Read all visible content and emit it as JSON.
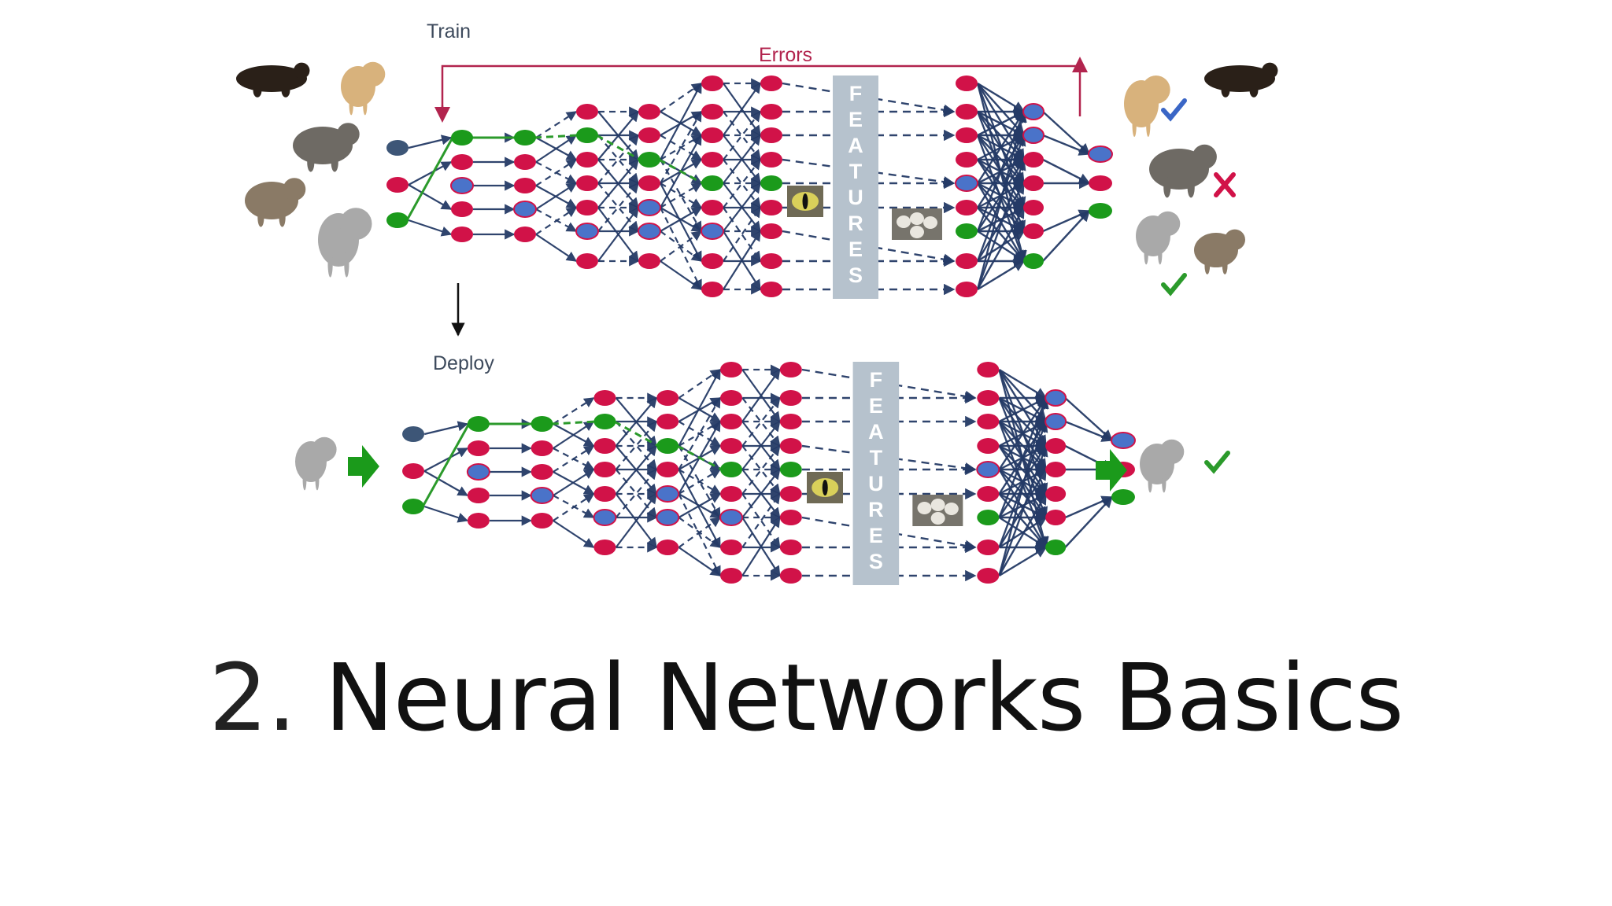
{
  "labels": {
    "train": "Train",
    "deploy": "Deploy",
    "errors": "Errors",
    "features": "FEATURES",
    "title_number": "2.",
    "title_text": "Neural Networks Basics"
  },
  "icons": {
    "correct": "check-mark-icon",
    "wrong": "cross-mark-icon",
    "next": "green-arrow-icon"
  },
  "colors": {
    "node_red": "#d11248",
    "node_green": "#1b9a1b",
    "node_blue": "#4a73c9",
    "node_navy": "#3d5677",
    "edge": "#243a66",
    "edge_green": "#2b9a2b",
    "errors": "#b2244e",
    "features_band": "#b6c2cd",
    "check_blue": "#3a66c6",
    "check_green": "#2b9a2b",
    "cross_red": "#d11248"
  }
}
